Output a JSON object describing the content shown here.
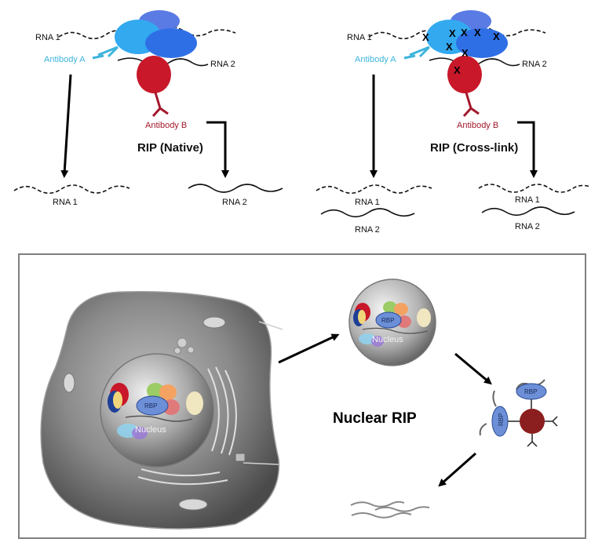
{
  "native_panel": {
    "rna1_label": "RNA 1",
    "rna2_label": "RNA 2",
    "antibody_a": "Antibody A",
    "antibody_b": "Antibody B",
    "title": "RIP (Native)",
    "result_left": "RNA 1",
    "result_right": "RNA 2"
  },
  "crosslink_panel": {
    "rna1_label": "RNA 1",
    "rna2_label": "RNA 2",
    "antibody_a": "Antibody A",
    "antibody_b": "Antibody B",
    "title": "RIP (Cross-link)",
    "result_left_rna1": "RNA 1",
    "result_left_rna2": "RNA 2",
    "result_right_rna1": "RNA 1",
    "result_right_rna2": "RNA 2",
    "crosslink_mark": "X"
  },
  "nuclear_panel": {
    "title": "Nuclear RIP",
    "rbp_label": "RBP",
    "nucleus_label": "Nucleus"
  },
  "colors": {
    "antibody_a": "#3db4dc",
    "antibody_b": "#a3182c",
    "protein_blue": "#2f6fe6",
    "protein_light_blue": "#33a9f0",
    "protein_purple_blue": "#5a7be3",
    "protein_red": "#c8182a",
    "panel_border": "#808080"
  }
}
